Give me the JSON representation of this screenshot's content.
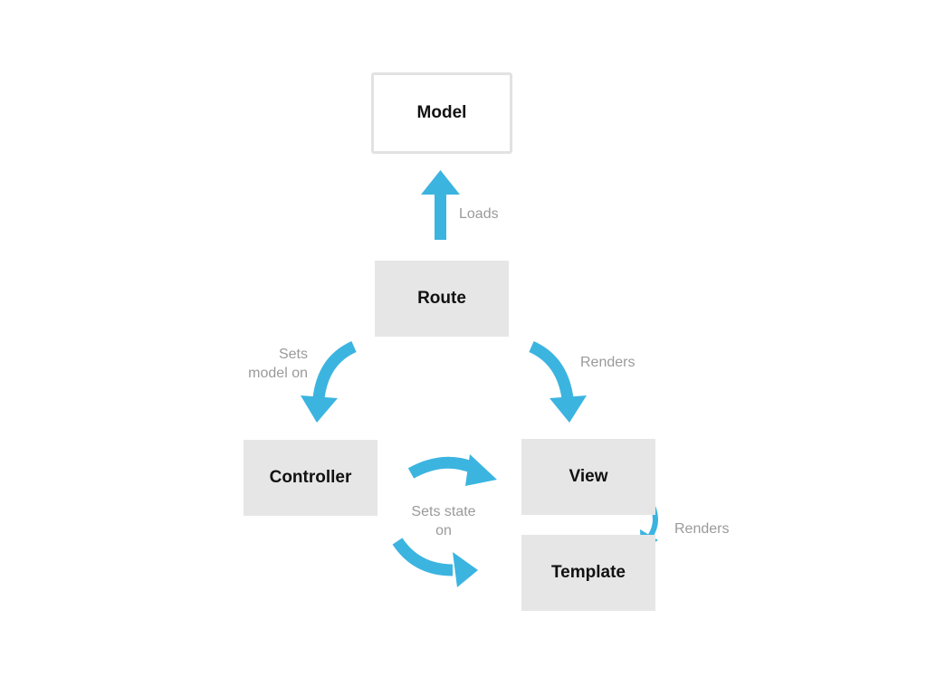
{
  "nodes": {
    "model": "Model",
    "route": "Route",
    "controller": "Controller",
    "view": "View",
    "template": "Template"
  },
  "edges": {
    "loads": "Loads",
    "sets_model_on": [
      "Sets",
      "model on"
    ],
    "renders_route_view": "Renders",
    "sets_state_on": [
      "Sets state",
      "on"
    ],
    "renders_view_template": "Renders"
  },
  "colors": {
    "arrow": "#3cb4e0",
    "node_fill": "#e6e6e6",
    "node_border": "#e2e2e2",
    "label_text": "#9a9a9a"
  }
}
